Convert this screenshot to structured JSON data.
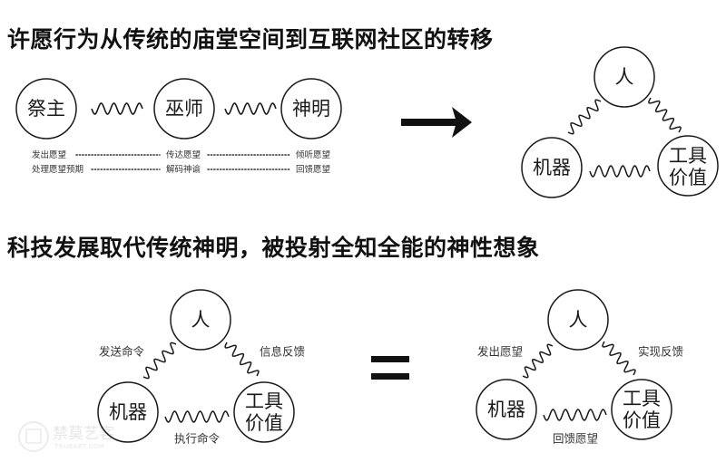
{
  "titles": {
    "top": "许愿行为从传统的庙堂空间到互联网社区的转移",
    "bottom": "科技发展取代传统神明，被投射全知全能的神性想象"
  },
  "traditional_chain": {
    "nodes": [
      "祭主",
      "巫师",
      "神明"
    ],
    "row1": [
      "发出愿望",
      "传达愿望",
      "倾听愿望"
    ],
    "row2": [
      "处理愿望预期",
      "解码神谕",
      "回馈愿望"
    ]
  },
  "transition_symbol": "arrow-right",
  "triangle_top": {
    "person": "人",
    "machine": "机器",
    "tool_line1": "工具",
    "tool_line2": "价值"
  },
  "triangle_left": {
    "person": "人",
    "machine": "机器",
    "tool_line1": "工具",
    "tool_line2": "价值",
    "edge_person_machine": "发送命令",
    "edge_person_tool": "信息反馈",
    "edge_machine_tool": "执行命令"
  },
  "equals_symbol": "equals",
  "triangle_right": {
    "person": "人",
    "machine": "机器",
    "tool_line1": "工具",
    "tool_line2": "价值",
    "edge_person_machine": "发出愿望",
    "edge_person_tool": "实现反馈",
    "edge_machine_tool": "回馈愿望"
  },
  "watermark": {
    "text": "禁莫艺客",
    "subtext": "TRUEART.COM"
  },
  "colors": {
    "ink": "#1a1a1a",
    "background": "#ffffff",
    "watermark": "#e6e6e6"
  }
}
